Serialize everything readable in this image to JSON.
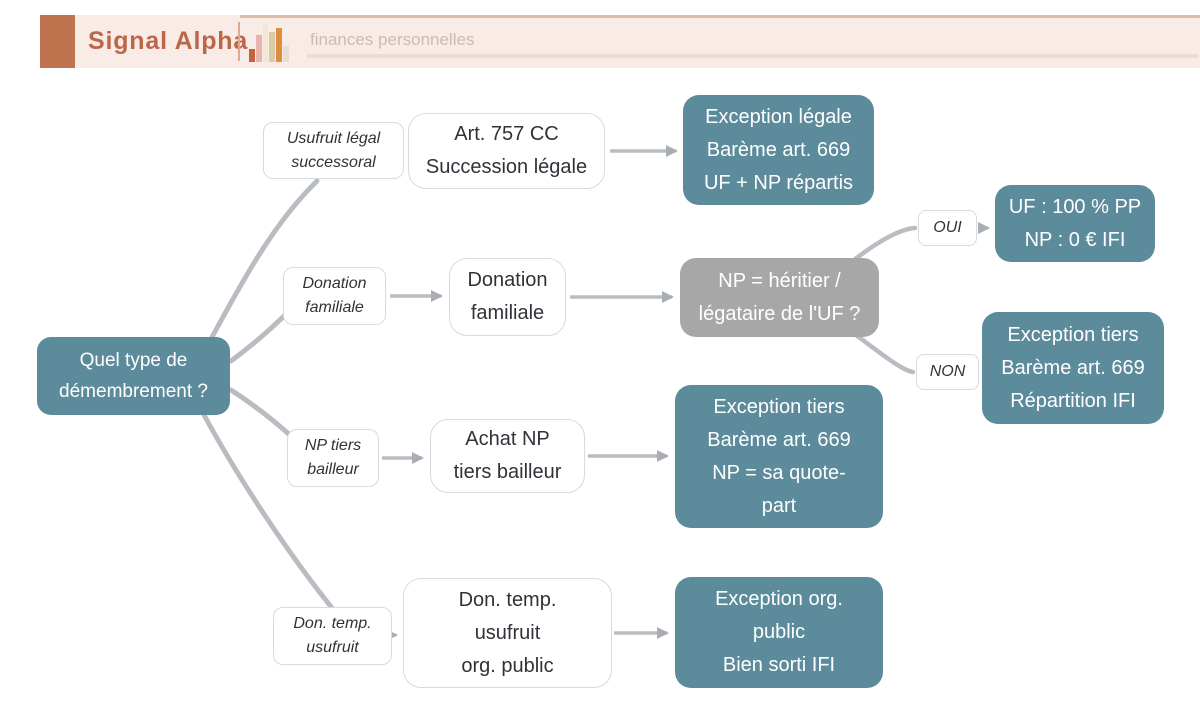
{
  "header": {
    "brand": "Signal Alpha",
    "tagline": "finances personnelles"
  },
  "colors": {
    "accent_terracotta": "#c0734f",
    "brand_text": "#bc674a",
    "header_bg": "#f9ece6",
    "node_teal": "#5c8b9c",
    "node_gray": "#a7a7a7",
    "connector_gray": "#b9bdc2",
    "node_border": "#d7dade",
    "text_dark": "#2f3338"
  },
  "diagram": {
    "root": "Quel type de\ndémembrement ?",
    "branches": [
      {
        "tag": "Usufruit légal\nsuccessoral",
        "step": "Art. 757 CC\nSuccession légale",
        "result": "Exception légale\nBarème art. 669\nUF + NP répartis"
      },
      {
        "tag": "Donation\nfamiliale",
        "step": "Donation\nfamiliale",
        "decision": "NP = héritier /\nlégataire de l'UF ?",
        "yes_label": "OUI",
        "yes_result": "UF : 100 % PP\nNP : 0 € IFI",
        "no_label": "NON",
        "no_result": "Exception tiers\nBarème art. 669\nRépartition IFI"
      },
      {
        "tag": "NP tiers\nbailleur",
        "step": "Achat NP\ntiers bailleur",
        "result": "Exception tiers\nBarème art. 669\nNP = sa quote-\npart"
      },
      {
        "tag": "Don. temp.\nusufruit",
        "step": "Don. temp.\nusufruit\norg. public",
        "result": "Exception org.\npublic\nBien sorti IFI"
      }
    ]
  }
}
